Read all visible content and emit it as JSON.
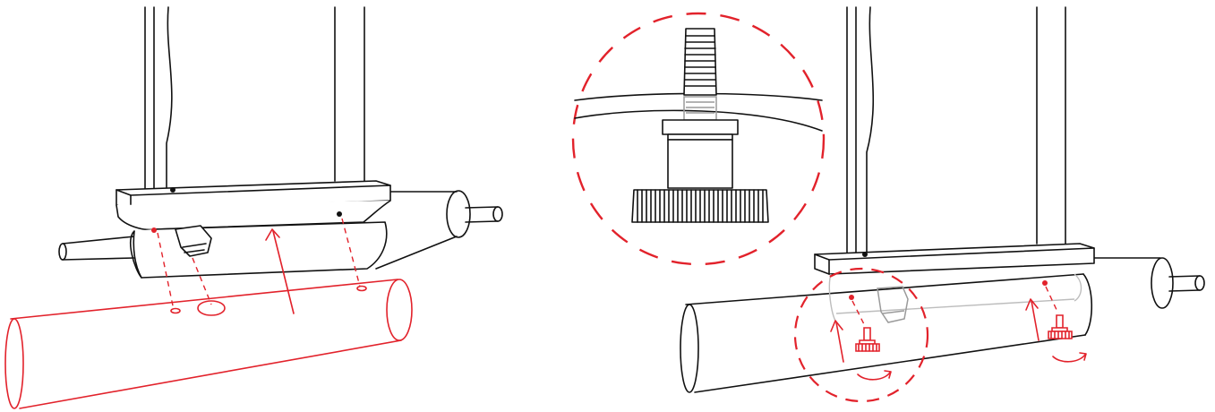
{
  "figure": {
    "description_panels": [
      "left-step",
      "zoom-detail",
      "right-step"
    ],
    "colors": {
      "line": "#111111",
      "accent": "#e2222b",
      "ghost": "#9a9a9a",
      "background": "#ffffff"
    }
  }
}
